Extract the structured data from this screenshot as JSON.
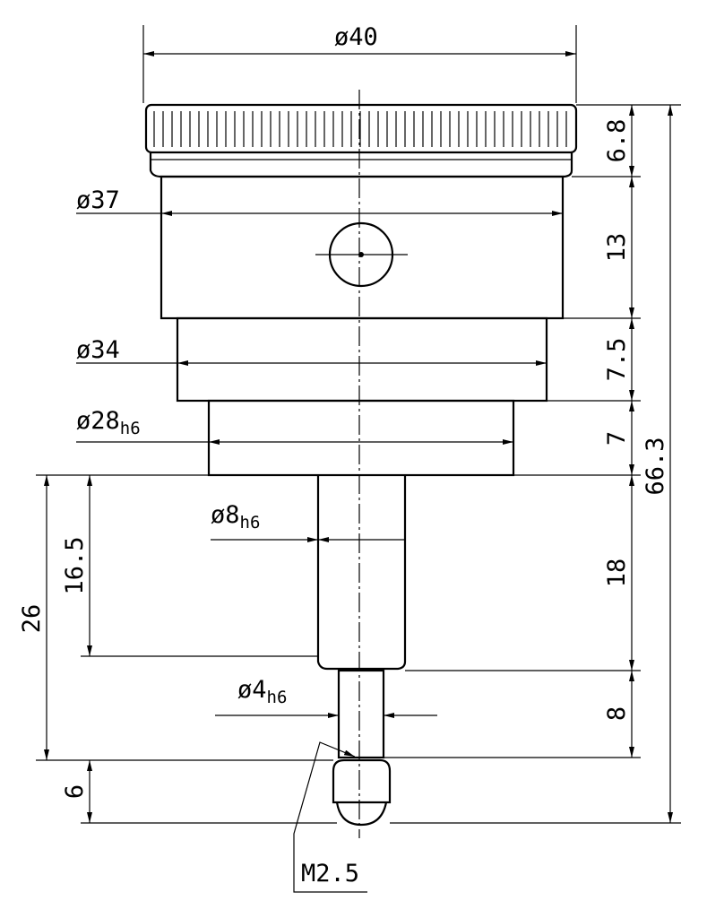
{
  "drawing": {
    "diameters": {
      "d40": "ø40",
      "d37": "ø37",
      "d34": "ø34",
      "d28": "ø28",
      "d28_tol": "h6",
      "d8": "ø8",
      "d8_tol": "h6",
      "d4": "ø4",
      "d4_tol": "h6"
    },
    "heights_right": [
      "6.8",
      "13",
      "7.5",
      "7",
      "18",
      "8"
    ],
    "overall_height": "66.3",
    "heights_left": {
      "h26": "26",
      "h16_5": "16.5",
      "h6": "6"
    },
    "thread": "M2.5"
  }
}
